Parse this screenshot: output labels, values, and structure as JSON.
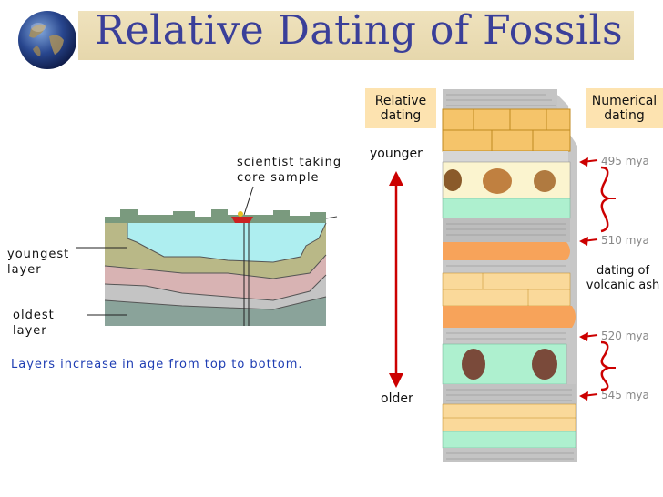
{
  "title": "Relative Dating of Fossils",
  "left_diagram": {
    "scientist_label": [
      "scientist taking",
      "core sample"
    ],
    "youngest_label": [
      "youngest",
      "layer"
    ],
    "oldest_label": [
      "oldest",
      "layer"
    ],
    "caption": "Layers increase in age from top to bottom."
  },
  "right_diagram": {
    "relative_box": [
      "Relative",
      "dating"
    ],
    "numerical_box": [
      "Numerical",
      "dating"
    ],
    "younger": "younger",
    "older": "older",
    "ages": [
      "495 mya",
      "510 mya",
      "520 mya",
      "545 mya"
    ],
    "ash_label": [
      "dating of",
      "volcanic ash"
    ]
  },
  "colors": {
    "title": "#3a3f99",
    "box_bg": "#fde3b0",
    "arrow": "#cc0000",
    "water": "#aeeef0",
    "young_layer": "#b9b887",
    "pink_layer": "#d8b3b3",
    "gray_layer": "#bfbfbf",
    "old_layer": "#8aa39a",
    "caption": "#1e3db3"
  }
}
